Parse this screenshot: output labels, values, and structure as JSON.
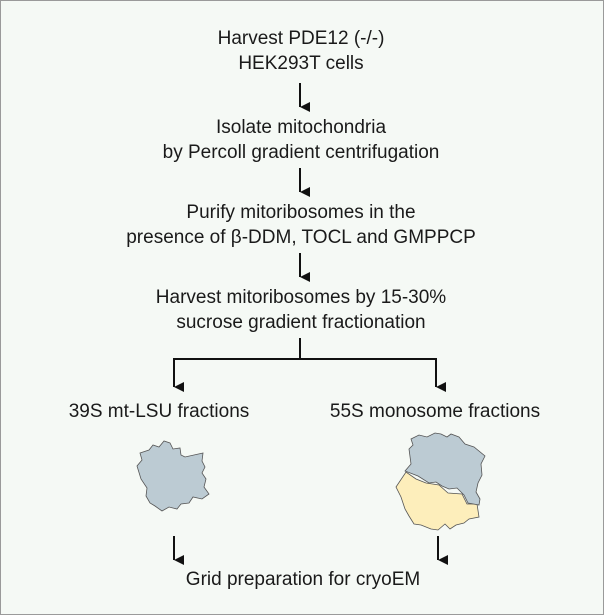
{
  "steps": [
    {
      "line1": "Harvest PDE12 (-/-)",
      "line2": "HEK293T cells"
    },
    {
      "line1": "Isolate mitochondria",
      "line2": "by Percoll gradient centrifugation"
    },
    {
      "line1": "Purify mitoribosomes in the",
      "line2": "presence of β-DDM, TOCL and GMPPCP"
    },
    {
      "line1": "Harvest mitoribosomes by 15-30%",
      "line2": "sucrose gradient fractionation"
    }
  ],
  "branches": {
    "left": "39S mt-LSU fractions",
    "right": "55S monosome fractions"
  },
  "final": "Grid preparation for cryoEM",
  "colors": {
    "lsu": "#bccbd3",
    "ssu": "#fdeebb",
    "background": "#f5f9f5"
  }
}
